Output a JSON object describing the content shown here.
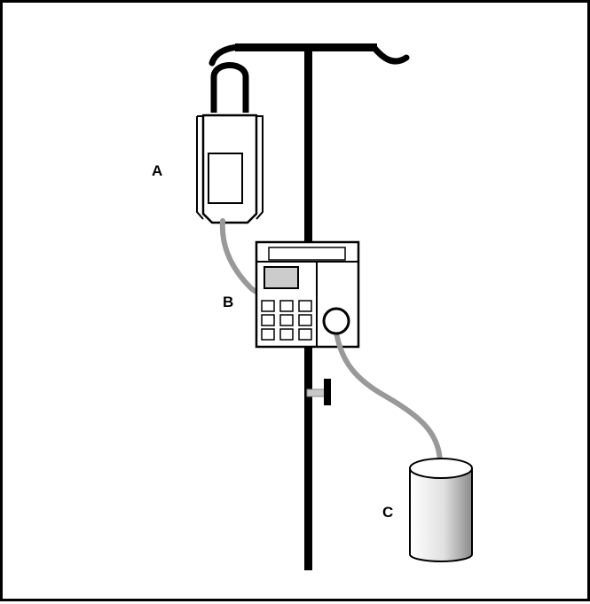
{
  "labels": {
    "a": "A",
    "b": "B",
    "c": "C"
  },
  "colors": {
    "line": "#000000",
    "tubing": "#999999",
    "display": "#cccccc",
    "background": "#ffffff"
  },
  "parts": {
    "a_icon": "iv-bag-icon",
    "b_icon": "infusion-pump-icon",
    "c_icon": "container-icon"
  },
  "pump": {
    "keypad_rows": 3,
    "keypad_cols": 3
  }
}
